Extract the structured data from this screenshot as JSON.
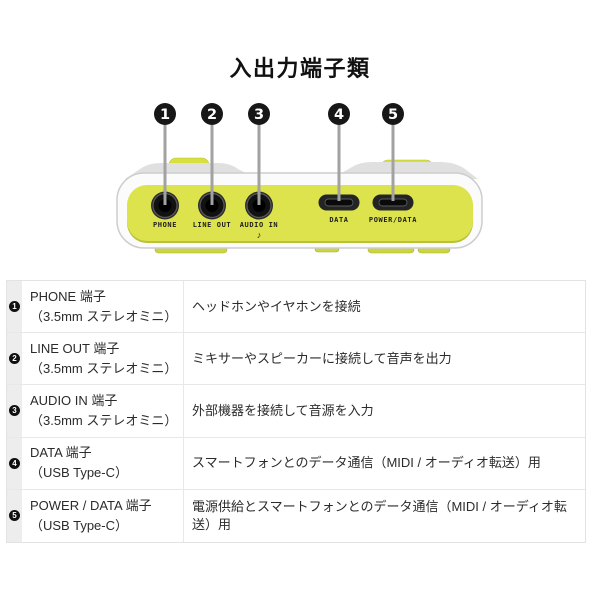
{
  "page": {
    "title": "入出力端子類",
    "background": "#ffffff"
  },
  "device": {
    "panel_color": "#dce34c",
    "panel_edge_color": "#b7c239",
    "body_color": "#fbfbfb",
    "callout_color": "#171717",
    "leader_line_color": "#a2a2a2",
    "audio_in_note": "♪",
    "ports": [
      {
        "num": "1",
        "label": "PHONE",
        "type": "3.5mm-jack"
      },
      {
        "num": "2",
        "label": "LINE OUT",
        "type": "3.5mm-jack"
      },
      {
        "num": "3",
        "label": "AUDIO IN",
        "type": "3.5mm-jack"
      },
      {
        "num": "4",
        "label": "DATA",
        "type": "usb-type-c"
      },
      {
        "num": "5",
        "label": "POWER/DATA",
        "type": "usb-type-c"
      }
    ]
  },
  "table": {
    "rows": [
      {
        "num": "1",
        "name": "PHONE 端子",
        "spec": "（3.5mm ステレオミニ）",
        "desc": "ヘッドホンやイヤホンを接続"
      },
      {
        "num": "2",
        "name": "LINE OUT 端子",
        "spec": "（3.5mm ステレオミニ）",
        "desc": "ミキサーやスピーカーに接続して音声を出力"
      },
      {
        "num": "3",
        "name": "AUDIO IN 端子",
        "spec": "（3.5mm ステレオミニ）",
        "desc": "外部機器を接続して音源を入力"
      },
      {
        "num": "4",
        "name": "DATA 端子",
        "spec": "（USB Type-C）",
        "desc": "スマートフォンとのデータ通信（MIDI / オーディオ転送）用"
      },
      {
        "num": "5",
        "name": "POWER / DATA 端子",
        "spec": "（USB Type-C）",
        "desc": "電源供給とスマートフォンとのデータ通信（MIDI / オーディオ転送）用"
      }
    ]
  }
}
